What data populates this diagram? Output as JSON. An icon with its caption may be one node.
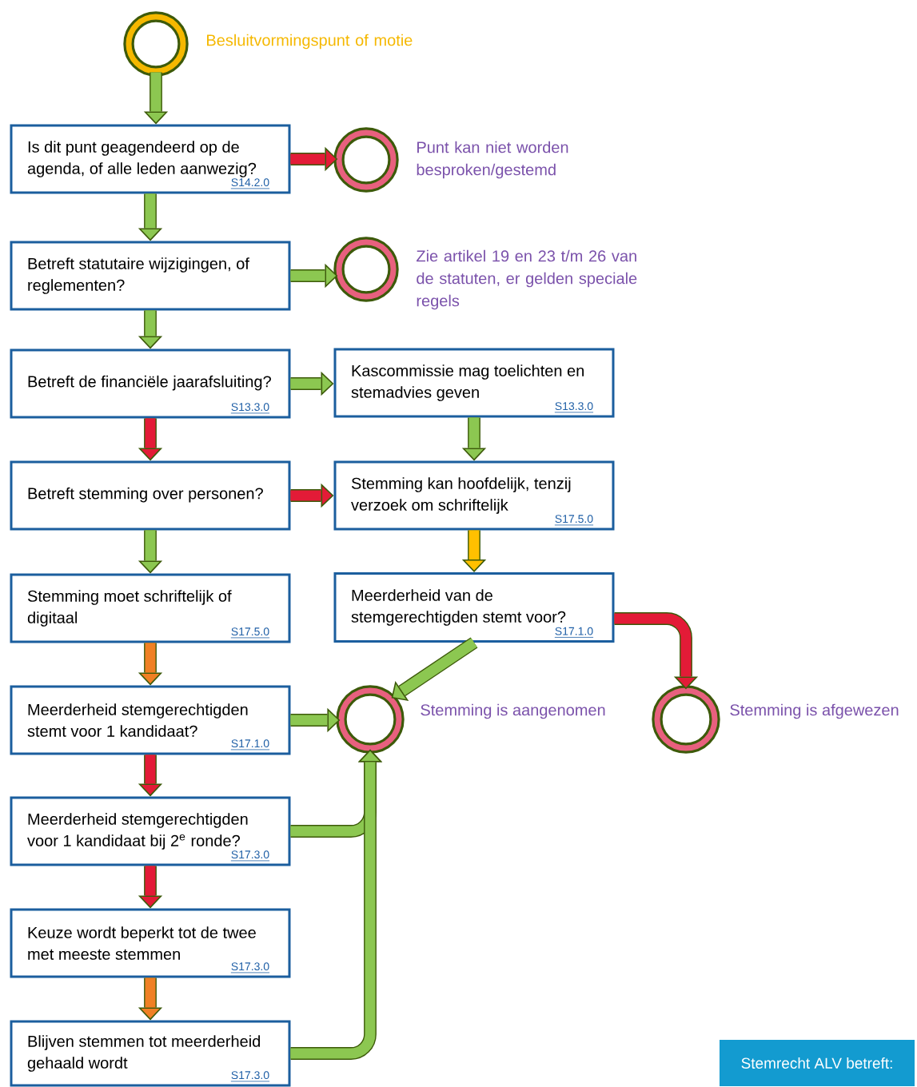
{
  "diagram": {
    "nodes": [
      {
        "text": [],
        "shape": "circle",
        "beside": [
          "Besluitvormingspunt of motie"
        ]
      },
      {
        "text": [
          "Is dit punt geagendeerd op de agenda, of alle leden aanwezig?",
          "S14.2.0"
        ]
      },
      {
        "text": [],
        "shape": "circle",
        "beside": [
          "Punt kan niet worden besproken/gestemd"
        ]
      },
      {
        "text": [
          "Betreft statutaire wijzigingen, of reglementen?"
        ]
      },
      {
        "text": [],
        "shape": "circle",
        "beside": [
          "Zie artikel 19 en 23 t/m 26 van de statuten, er gelden speciale regels"
        ]
      },
      {
        "text": [
          "Betreft de financiële jaarafsluiting?",
          "S13.3.0"
        ]
      },
      {
        "text": [
          "Kascommissie mag toelichten en stemadvies geven",
          "S13.3.0"
        ]
      },
      {
        "text": [
          "Betreft stemming over personen?"
        ]
      },
      {
        "text": [
          "Stemming kan hoofdelijk, tenzij verzoek om schriftelijk",
          "S17.5.0"
        ]
      },
      {
        "text": [
          "Stemming moet schriftelijk of digitaal",
          "S17.5.0"
        ]
      },
      {
        "text": [
          "Meerderheid van de stemgerechtigden stemt voor?",
          "S17.1.0"
        ]
      },
      {
        "text": [
          "Meerderheid stemgerechtigden stemt voor 1 kandidaat?",
          "S17.1.0"
        ]
      },
      {
        "text": [],
        "shape": "circle",
        "beside": [
          "Stemming is aangenomen"
        ]
      },
      {
        "text": [],
        "shape": "circle",
        "beside": [
          "Stemming is afgewezen"
        ]
      },
      {
        "text": [
          "Meerderheid stemgerechtigden voor 1 kandidaat bij 2$^{e}$ ronde?",
          "S17.3.0"
        ]
      },
      {
        "text": [
          "Keuze wordt beperkt tot de twee met meeste stemmen",
          "S17.3.0"
        ]
      },
      {
        "text": [
          "Blijven stemmen tot meerderheid gehaald wordt",
          "S17.3.0"
        ]
      },
      {
        "text": [
          "Stemrecht ALV betreft:"
        ]
      }
    ],
    "edges": [
      {
        "from": 0,
        "to": 1,
        "arrow": "to"
      },
      {
        "from": 1,
        "to": 2,
        "arrow": "to",
        "color": "#e31b37"
      },
      {
        "from": 1,
        "to": 3,
        "arrow": "to"
      },
      {
        "from": 3,
        "to": 4,
        "arrow": "to"
      },
      {
        "from": 3,
        "to": 5,
        "arrow": "to"
      },
      {
        "from": 5,
        "to": 6,
        "arrow": "to"
      },
      {
        "from": 5,
        "to": 7,
        "arrow": "to",
        "color": "#e31b37"
      },
      {
        "from": 6,
        "to": 8,
        "arrow": "to"
      },
      {
        "from": 7,
        "to": 8,
        "arrow": "to",
        "color": "#e31b37"
      },
      {
        "from": 7,
        "to": 9,
        "arrow": "to"
      },
      {
        "from": 8,
        "to": 10,
        "arrow": "to",
        "color": "#ffc000"
      },
      {
        "from": 10,
        "to": 12,
        "arrow": "to"
      },
      {
        "from": 10,
        "to": 13,
        "arrow": "to",
        "color": "#e31b37"
      },
      {
        "from": 9,
        "to": 11,
        "arrow": "to",
        "color": "#f08024"
      },
      {
        "from": 11,
        "to": 12,
        "arrow": "to"
      },
      {
        "from": 11,
        "to": 14,
        "arrow": "to",
        "color": "#e31b37"
      },
      {
        "from": 14,
        "to": 12,
        "arrow": "to"
      },
      {
        "from": 14,
        "to": 15,
        "arrow": "to",
        "color": "#e31b37"
      },
      {
        "from": 15,
        "to": 16,
        "arrow": "to",
        "color": "#f08024"
      },
      {
        "from": 16,
        "to": 12,
        "arrow": "to"
      }
    ]
  }
}
